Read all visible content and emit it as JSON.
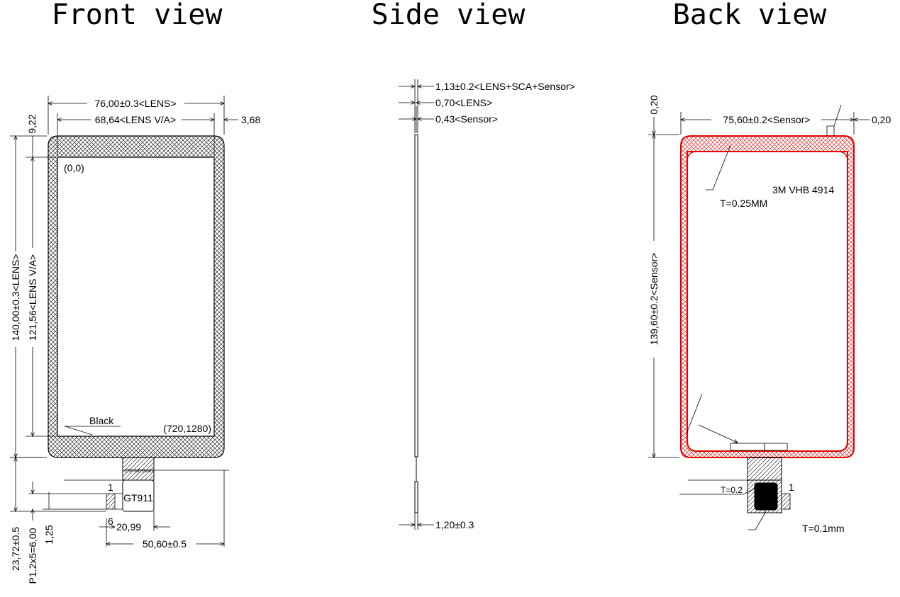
{
  "titles": {
    "front": "Front view",
    "side": "Side view",
    "back": "Back view"
  },
  "front": {
    "lens_width": "76,00±0.3<LENS>",
    "va_width": "68,64<LENS V/A>",
    "right_offset": "3,68",
    "top_offset": "9,22",
    "lens_height": "140,00±0.3<LENS>",
    "va_height": "121,56<LENS V/A>",
    "origin": "(0,0)",
    "max_coord": "(720,1280)",
    "black_label": "Black",
    "fpc_part": "CTP-MD55A61",
    "ic_label": "GT911",
    "pin_1": "1",
    "pin_6": "6",
    "connector_width": "20,99",
    "fpc_length": "50,60±0.5",
    "tail_height": "23,72±0.5",
    "pitch": "P1.2x5=6,00",
    "pin_width": "1,25"
  },
  "side": {
    "total_thickness": "1,13±0.2<LENS+SCA+Sensor>",
    "lens_thickness": "0,70<LENS>",
    "sensor_thickness": "0,43<Sensor>",
    "tail_thickness": "1,20±0.3"
  },
  "back": {
    "top_gap": "0,20",
    "sensor_width": "75,60±0.2<Sensor>",
    "right_gap": "0,20",
    "sensor_height": "139,60±0.2<Sensor>",
    "adhesive": "3M VHB 4914",
    "adhesive_thickness": "T=0.25MM",
    "stiffener_thickness": "T=0.2",
    "pin_1": "1",
    "fpc_thickness": "T=0.1mm"
  },
  "colors": {
    "line": "#000000",
    "adhesive_outline": "#e00000",
    "hatch": "#000000"
  }
}
